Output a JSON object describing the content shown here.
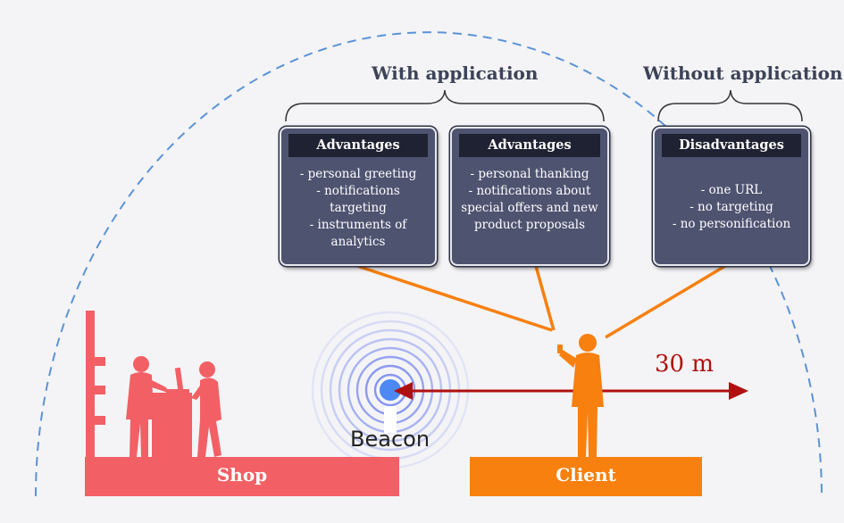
{
  "groups": {
    "with_app_title": "With application",
    "without_app_title": "Without application"
  },
  "cards": [
    {
      "title": "Advantages",
      "lines": [
        "- personal greeting",
        "- notifications",
        "targeting",
        "- instruments of",
        "analytics"
      ]
    },
    {
      "title": "Advantages",
      "lines": [
        "- personal thanking",
        "- notifications about",
        "special offers and new",
        "product proposals"
      ]
    },
    {
      "title": "Disadvantages",
      "lines": [
        "- one URL",
        "- no targeting",
        "- no personification"
      ]
    }
  ],
  "labels": {
    "shop": "Shop",
    "client": "Client",
    "beacon": "Beacon",
    "distance": "30 m"
  },
  "colors": {
    "shop": "#f26065",
    "client": "#f7800f",
    "card": "#4e5370",
    "card_header": "#1f2232",
    "range_arrow": "#b01010",
    "dashed_arc": "#5b93d6",
    "beacon_waves": "#7f8fef",
    "beacon_dot": "#4d88f5",
    "connector": "#f7800f"
  },
  "icons": [
    "shop-shelf-icon",
    "shop-clerk-icon",
    "shop-counter-icon",
    "shop-customer-icon",
    "client-person-icon",
    "beacon-waves-icon"
  ]
}
